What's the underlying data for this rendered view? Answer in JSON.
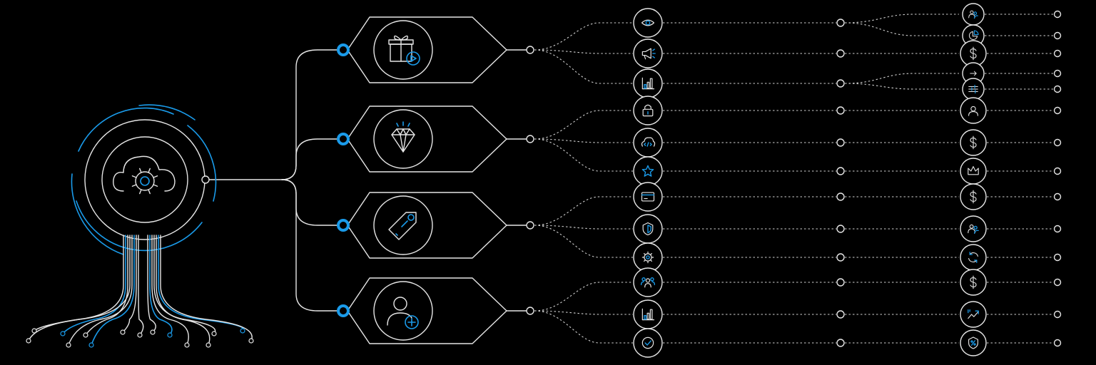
{
  "colors": {
    "background": "#000000",
    "line": "#e6e6e6",
    "accent": "#1a9bea",
    "dashed": "#cfcfcf"
  },
  "root": {
    "icon": "cloud-gear-icon"
  },
  "categories": [
    {
      "id": "gift",
      "icon": "gift-play-icon",
      "features": [
        {
          "icon": "eye-icon",
          "outputs": [
            "users-group-icon",
            "pie-chart-icon"
          ]
        },
        {
          "icon": "megaphone-icon",
          "outputs": [
            "dollar-icon"
          ]
        },
        {
          "icon": "bar-chart-icon",
          "outputs": [
            "arrow-icon",
            "sliders-icon"
          ]
        }
      ]
    },
    {
      "id": "diamond",
      "icon": "diamond-icon",
      "features": [
        {
          "icon": "lock-icon",
          "outputs": [
            "user-icon"
          ]
        },
        {
          "icon": "cloud-code-icon",
          "outputs": [
            "dollar-icon"
          ]
        },
        {
          "icon": "star-icon",
          "outputs": [
            "crown-icon"
          ]
        }
      ]
    },
    {
      "id": "tag",
      "icon": "price-tag-icon",
      "features": [
        {
          "icon": "credit-card-icon",
          "outputs": [
            "dollar-icon"
          ]
        },
        {
          "icon": "shield-icon",
          "outputs": [
            "users-group-icon"
          ]
        },
        {
          "icon": "gear-icon",
          "outputs": [
            "refresh-icon"
          ]
        }
      ]
    },
    {
      "id": "user",
      "icon": "user-add-icon",
      "features": [
        {
          "icon": "team-icon",
          "outputs": [
            "dollar-icon"
          ]
        },
        {
          "icon": "bar-chart-icon",
          "outputs": [
            "trend-up-icon"
          ]
        },
        {
          "icon": "check-icon",
          "outputs": [
            "percent-shield-icon"
          ]
        }
      ]
    }
  ]
}
